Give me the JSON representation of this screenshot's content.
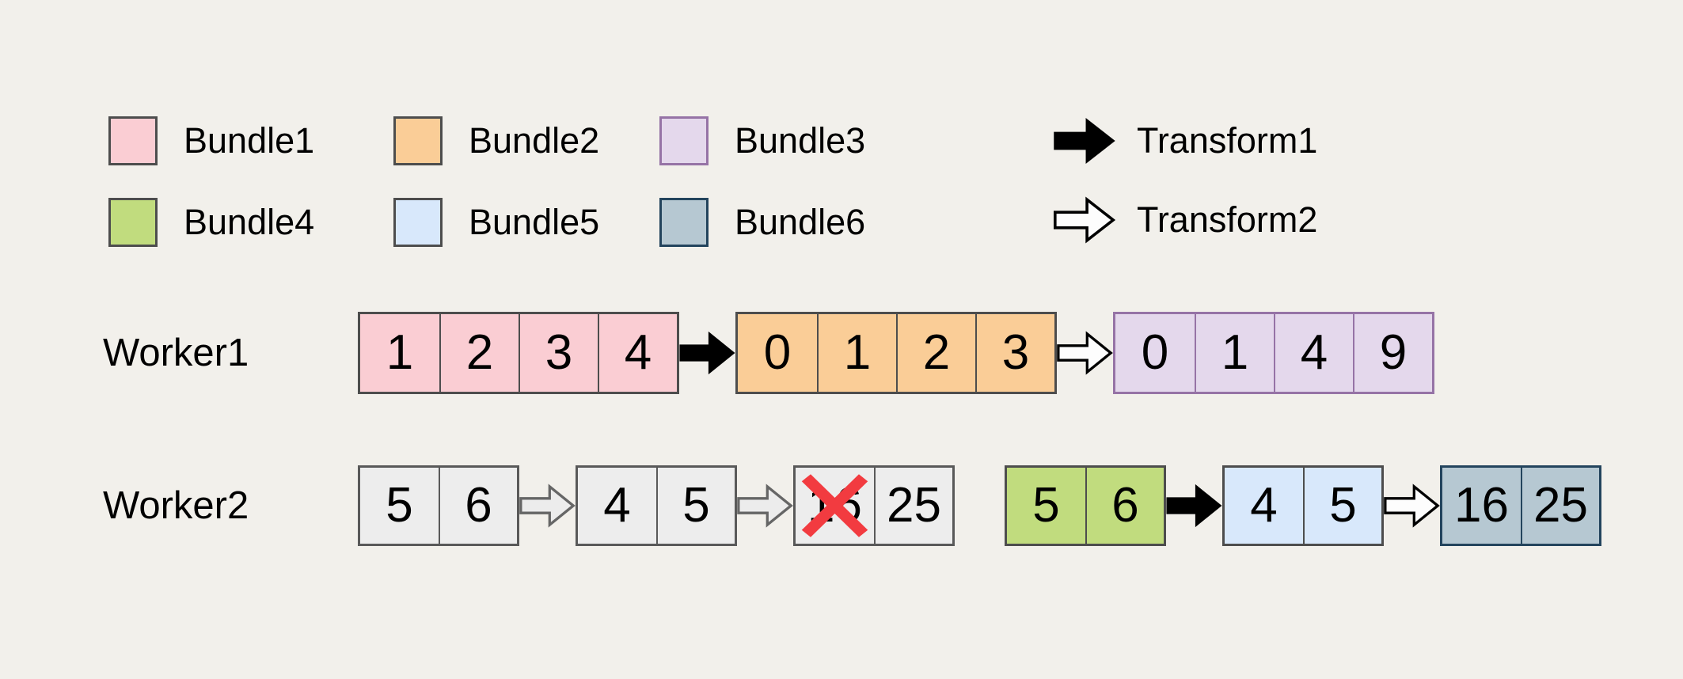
{
  "canvas": {
    "background": "#F2F0EB"
  },
  "legend": {
    "bundles": [
      {
        "label": "Bundle1",
        "fill": "#FACDD3",
        "border": "#4D4D4D"
      },
      {
        "label": "Bundle2",
        "fill": "#FACD97",
        "border": "#4D4D4D"
      },
      {
        "label": "Bundle3",
        "fill": "#E4D8EC",
        "border": "#9673A6"
      },
      {
        "label": "Bundle4",
        "fill": "#C1DC7E",
        "border": "#4D4D4D"
      },
      {
        "label": "Bundle5",
        "fill": "#D8E8FB",
        "border": "#4D4D4D"
      },
      {
        "label": "Bundle6",
        "fill": "#B6C8D2",
        "border": "#23445D"
      }
    ],
    "transforms": [
      {
        "label": "Transform1",
        "style": "solid",
        "fill": "#000000",
        "stroke": "#000000"
      },
      {
        "label": "Transform2",
        "style": "outline",
        "fill": "#FDFDFD",
        "stroke": "#000000"
      }
    ]
  },
  "workers": [
    {
      "label": "Worker1",
      "items": [
        {
          "type": "bundle",
          "bundle": "Bundle1",
          "fill": "#FACDD3",
          "border": "#4D4D4D",
          "cells": [
            "1",
            "2",
            "3",
            "4"
          ]
        },
        {
          "type": "arrow",
          "transform": "Transform1",
          "fill": "#000000",
          "stroke": "#000000"
        },
        {
          "type": "bundle",
          "bundle": "Bundle2",
          "fill": "#FACD97",
          "border": "#4D4D4D",
          "cells": [
            "0",
            "1",
            "2",
            "3"
          ]
        },
        {
          "type": "arrow",
          "transform": "Transform2",
          "fill": "#FDFDFD",
          "stroke": "#000000"
        },
        {
          "type": "bundle",
          "bundle": "Bundle3",
          "fill": "#E4D8EC",
          "border": "#9673A6",
          "cells": [
            "0",
            "1",
            "4",
            "9"
          ]
        }
      ]
    },
    {
      "label": "Worker2",
      "items": [
        {
          "type": "bundle",
          "fill": "#EDEDED",
          "border": "#595959",
          "cells": [
            "5",
            "6"
          ]
        },
        {
          "type": "arrow",
          "transform": "Transform2",
          "fill": "#ECECEC",
          "stroke": "#666666"
        },
        {
          "type": "bundle",
          "fill": "#EDEDED",
          "border": "#595959",
          "cells": [
            "4",
            "5"
          ]
        },
        {
          "type": "arrow",
          "transform": "Transform2",
          "fill": "#ECECEC",
          "stroke": "#666666"
        },
        {
          "type": "bundle",
          "fill": "#EDEDED",
          "border": "#595959",
          "cells": [
            "16",
            "25"
          ],
          "crossed_cell_index": 0,
          "cross_color": "#F23B40"
        },
        {
          "type": "bundle",
          "bundle": "Bundle4",
          "fill": "#C1DC7E",
          "border": "#4D4D4D",
          "cells": [
            "5",
            "6"
          ]
        },
        {
          "type": "arrow",
          "transform": "Transform1",
          "fill": "#000000",
          "stroke": "#000000"
        },
        {
          "type": "bundle",
          "bundle": "Bundle5",
          "fill": "#D8E8FB",
          "border": "#4D4D4D",
          "cells": [
            "4",
            "5"
          ]
        },
        {
          "type": "arrow",
          "transform": "Transform2",
          "fill": "#FDFDFD",
          "stroke": "#000000"
        },
        {
          "type": "bundle",
          "bundle": "Bundle6",
          "fill": "#B6C8D2",
          "border": "#23445D",
          "cells": [
            "16",
            "25"
          ]
        }
      ]
    }
  ]
}
